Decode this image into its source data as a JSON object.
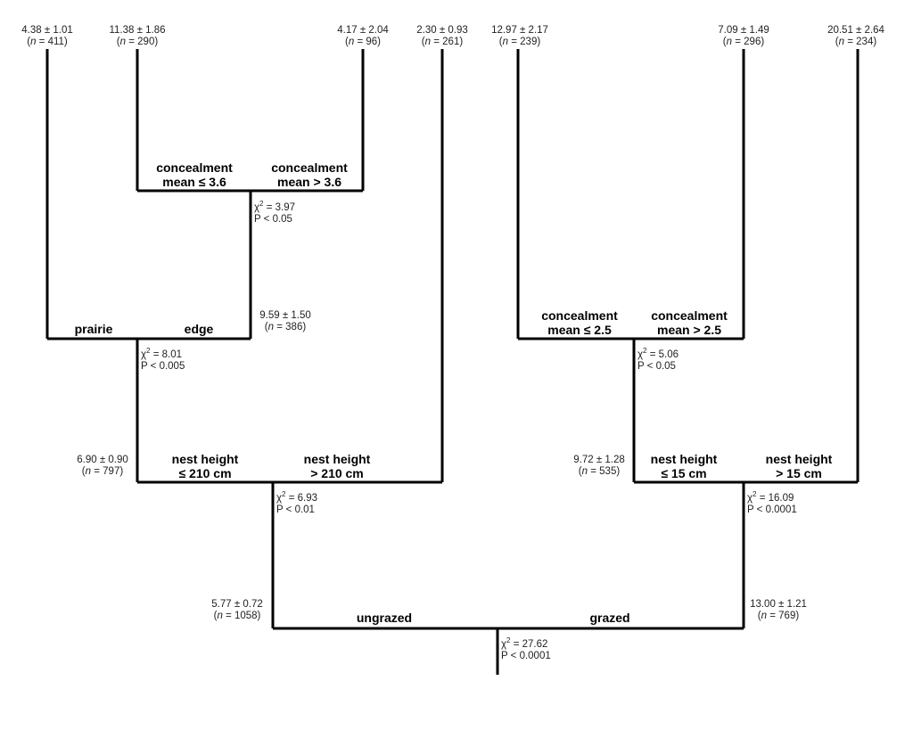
{
  "leaves": [
    {
      "stat": "4.38 ± 1.01",
      "n": "411"
    },
    {
      "stat": "11.38 ± 1.86",
      "n": "290"
    },
    {
      "stat": "4.17 ± 2.04",
      "n": "96"
    },
    {
      "stat": "2.30 ± 0.93",
      "n": "261"
    },
    {
      "stat": "12.97 ± 2.17",
      "n": "239"
    },
    {
      "stat": "7.09 ± 1.49",
      "n": "296"
    },
    {
      "stat": "20.51 ± 2.64",
      "n": "234"
    }
  ],
  "nodes": {
    "root": {
      "chi": "27.62",
      "p": "P < 0.0001"
    },
    "ungrazed": {
      "stat": "5.77 ± 0.72",
      "n": "1058",
      "chi": "6.93",
      "p": "P < 0.01"
    },
    "grazed": {
      "stat": "13.00 ± 1.21",
      "n": "769",
      "chi": "16.09",
      "p": "P < 0.0001"
    },
    "nest_low_left": {
      "stat": "6.90 ± 0.90",
      "n": "797",
      "chi": "8.01",
      "p": "P < 0.005"
    },
    "edge": {
      "stat": "9.59 ± 1.50",
      "n": "386",
      "chi": "3.97",
      "p": "P < 0.05"
    },
    "nest_low_right": {
      "stat": "9.72 ± 1.28",
      "n": "535",
      "chi": "5.06",
      "p": "P < 0.05"
    }
  },
  "branches": {
    "ungrazed": "ungrazed",
    "grazed": "grazed",
    "nh_le210": [
      "nest height",
      "≤ 210 cm"
    ],
    "nh_gt210": [
      "nest height",
      "> 210 cm"
    ],
    "nh_le15": [
      "nest height",
      "≤ 15 cm"
    ],
    "nh_gt15": [
      "nest height",
      "> 15 cm"
    ],
    "prairie": "prairie",
    "edge": "edge",
    "c_le36": [
      "concealment",
      "mean ≤ 3.6"
    ],
    "c_gt36": [
      "concealment",
      "mean > 3.6"
    ],
    "c_le25": [
      "concealment",
      "mean ≤ 2.5"
    ],
    "c_gt25": [
      "concealment",
      "mean > 2.5"
    ]
  },
  "labels": {
    "n_prefix": "n",
    "chi_symbol": "χ"
  }
}
